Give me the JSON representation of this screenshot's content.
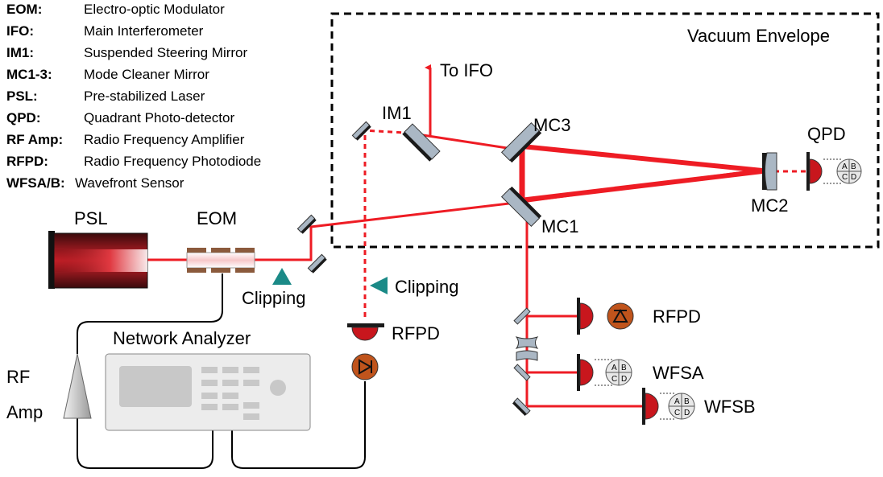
{
  "legend": [
    {
      "key": "EOM:",
      "value": "Electro-optic Modulator"
    },
    {
      "key": "IFO:",
      "value": "Main Interferometer"
    },
    {
      "key": "IM1:",
      "value": "Suspended Steering Mirror"
    },
    {
      "key": "MC1-3:",
      "value": "Mode Cleaner Mirror"
    },
    {
      "key": "PSL:",
      "value": "Pre-stabilized Laser"
    },
    {
      "key": "QPD:",
      "value": "Quadrant Photo-detector"
    },
    {
      "key": "RF Amp:",
      "value": "Radio Frequency Amplifier"
    },
    {
      "key": "RFPD:",
      "value": "Radio Frequency Photodiode"
    },
    {
      "key": "WFSA/B:",
      "value": "Wavefront Sensor"
    }
  ],
  "labels": {
    "vacuum_envelope": "Vacuum Envelope",
    "to_ifo": "To IFO",
    "im1": "IM1",
    "mc3": "MC3",
    "mc1": "MC1",
    "mc2": "MC2",
    "qpd": "QPD",
    "psl": "PSL",
    "eom": "EOM",
    "clipping_eom": "Clipping",
    "clipping_rfpd": "Clipping",
    "network_analyzer": "Network Analyzer",
    "rf_line1": "RF",
    "rf_line2": "Amp",
    "rfpd_left": "RFPD",
    "rfpd_right": "RFPD",
    "wfsa": "WFSA",
    "wfsb": "WFSB"
  },
  "quadrant_letters": [
    "A",
    "B",
    "C",
    "D"
  ],
  "colors": {
    "beam": "#ee1c24",
    "photodiode": "#c8161d",
    "mirror_fill": "#aab7c4",
    "mirror_back": "#1a1a1a",
    "clipping_marker": "#1b8a87",
    "analyzer_body": "#ececec",
    "analyzer_screen": "#c8c8c8",
    "psl_glow": "#b8121b"
  }
}
